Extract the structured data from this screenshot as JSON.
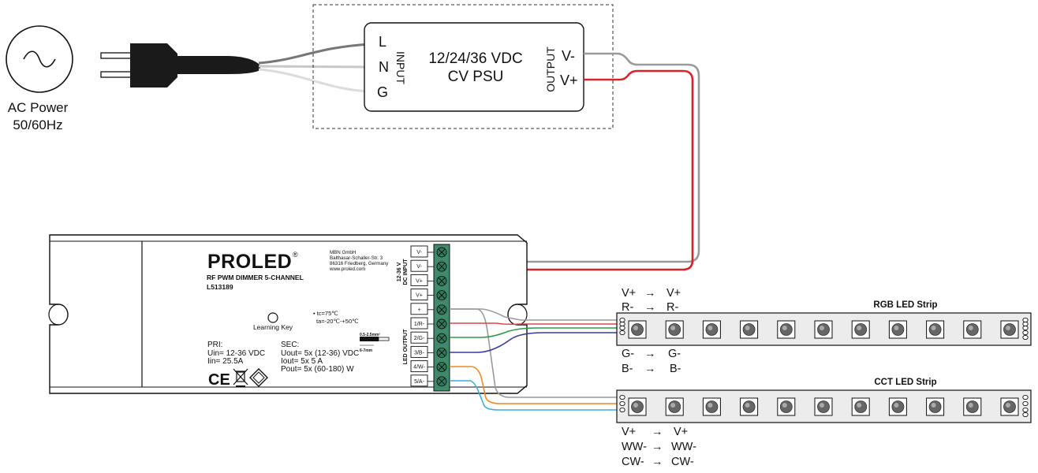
{
  "ac_source": {
    "icon": "sine-wave-icon",
    "label_line1": "AC Power",
    "label_line2": "50/60Hz"
  },
  "psu": {
    "input_pins": [
      "L",
      "N",
      "G"
    ],
    "input_label": "INPUT",
    "title_line1": "12/24/36 VDC",
    "title_line2": "CV PSU",
    "output_label": "OUTPUT",
    "output_pins": [
      "V-",
      "V+"
    ]
  },
  "dimmer": {
    "brand": "PROLED",
    "registered": "®",
    "product": "RF PWM DIMMER 5-CHANNEL",
    "model": "L513189",
    "manufacturer": [
      "MBN GmbH",
      "Balthasar-Schaller-Str. 3",
      "86316 Friedberg, Germany",
      "www.proled.com"
    ],
    "learning_key": "Learning Key",
    "temps": [
      "• tc=75℃",
      "ta=-20℃-+50℃"
    ],
    "wire_spec": [
      "0.5-2.5mm²",
      "6-7mm"
    ],
    "pri_title": "PRI:",
    "pri_lines": [
      "Uin= 12-36 VDC",
      "Iin=   25.5A"
    ],
    "sec_title": "SEC:",
    "sec_lines": [
      "Uout= 5x (12-36) VDC",
      "Iout=    5x 5 A",
      "Pout= 5x (60-180) W"
    ],
    "dc_input_label": [
      "12-36 V",
      "DC INPUT"
    ],
    "led_output_label": "LED OUTPUT",
    "terminals": [
      "V-",
      "V-",
      "V+",
      "V+",
      "+",
      "1/R-",
      "2/G-",
      "3/B-",
      "4/W-",
      "5/A-"
    ],
    "cert_marks": [
      "CE",
      "weee-bin-icon",
      "safety-diamond-icon"
    ]
  },
  "rgb_strip": {
    "title": "RGB LED Strip",
    "top_legend": [
      {
        "from": "V+",
        "to": "V+"
      },
      {
        "from": "R-",
        "to": "R-"
      }
    ],
    "bottom_legend": [
      {
        "from": "G-",
        "to": "G-"
      },
      {
        "from": "B-",
        "to": "B-"
      }
    ],
    "led_count": 11
  },
  "cct_strip": {
    "title": "CCT LED Strip",
    "bottom_legend": [
      {
        "from": "V+",
        "to": "V+"
      },
      {
        "from": "WW-",
        "to": "WW-"
      },
      {
        "from": "CW-",
        "to": "CW-"
      }
    ],
    "led_count": 11
  },
  "arrow_glyph": "→",
  "wire_colors": {
    "neg": "#9a9a9a",
    "pos": "#d8232a",
    "red": "#e0454a",
    "green": "#2f9a4a",
    "blue": "#3a3a9a",
    "orange": "#f08a1c",
    "cyan": "#3aaee0",
    "terminal_block": "#3f8a6a"
  }
}
